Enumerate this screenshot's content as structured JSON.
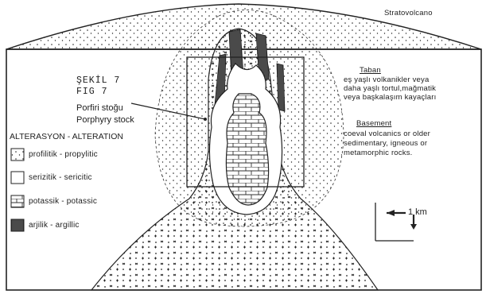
{
  "labels": {
    "stratovolcano": "Stratovolcano",
    "sekil": "ŞEKİL 7",
    "fig": "FIG 7",
    "porfiri": "Porfiri stoğu",
    "porphyry": "Porphyry stock",
    "taban": "Taban",
    "taban_text": [
      "eş yaşlı volkanikler veya",
      "daha yaşlı tortul,mağmatik",
      "veya başkalaşım kayaçları"
    ],
    "basement": "Basement",
    "basement_text": [
      "coeval volcanics or older",
      "sedimentary, igneous or",
      "metamorphic rocks."
    ],
    "scale": "1 km"
  },
  "legend": {
    "title": "ALTERASYON - ALTERATION",
    "items": [
      {
        "label": "profilitik - propylitic"
      },
      {
        "label": "serizitik - sericitic"
      },
      {
        "label": "potassik - potassic"
      },
      {
        "label": "arjilik - argillic"
      }
    ]
  }
}
